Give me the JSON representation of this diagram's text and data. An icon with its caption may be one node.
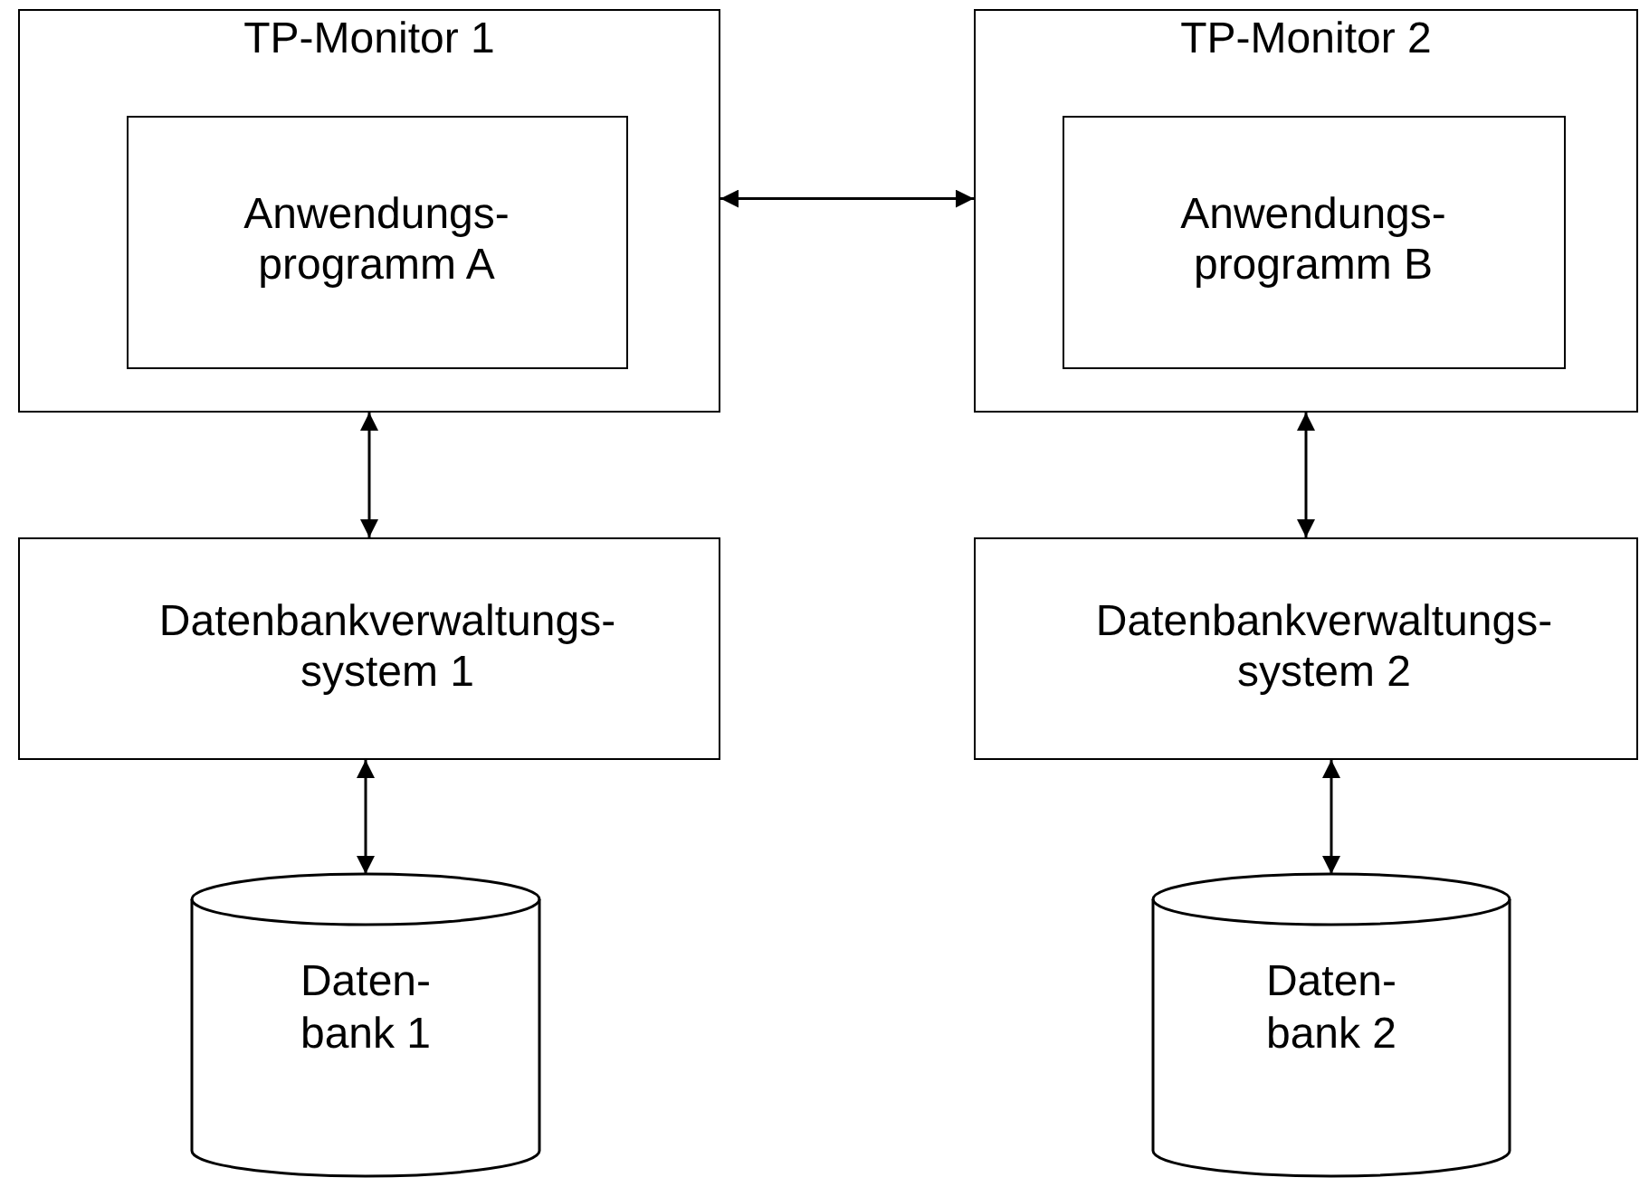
{
  "diagram": {
    "nodes": [
      {
        "text": [
          "TP-Monitor 1"
        ]
      },
      {
        "text": [
          "Anwendungs- programm A"
        ],
        "in": 0
      },
      {
        "text": [
          "TP-Monitor 2"
        ]
      },
      {
        "text": [
          "Anwendungs- programm B"
        ],
        "in": 2
      },
      {
        "text": [
          "Datenbankverwaltungs- system 1"
        ]
      },
      {
        "text": [
          "Datenbankverwaltungs- system 2"
        ]
      },
      {
        "text": [
          "Daten- bank 1"
        ]
      },
      {
        "text": [
          "Daten- bank 2"
        ]
      }
    ],
    "edges": [
      {
        "from": 0,
        "to": 2,
        "arrow": "both"
      },
      {
        "from": 0,
        "to": 4,
        "arrow": "both"
      },
      {
        "from": 4,
        "to": 6,
        "arrow": "both"
      },
      {
        "from": 2,
        "to": 5,
        "arrow": "both"
      },
      {
        "from": 5,
        "to": 7,
        "arrow": "both"
      }
    ]
  }
}
